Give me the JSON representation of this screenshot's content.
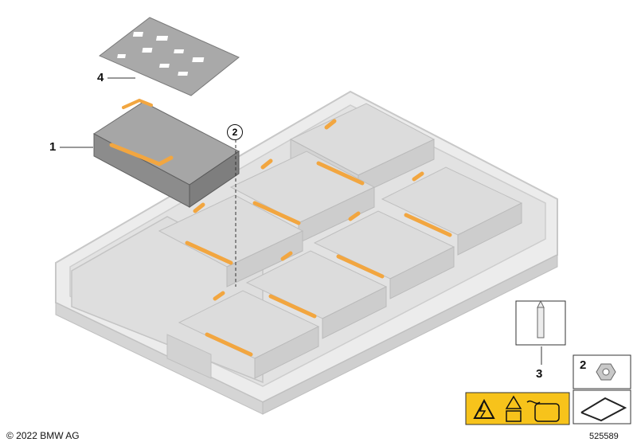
{
  "callouts": {
    "part1": "1",
    "part2": "2",
    "part3": "3",
    "part4": "4",
    "nut_box": "2"
  },
  "footer": {
    "copyright": "© 2022 BMW AG",
    "reference": "525589"
  },
  "colors": {
    "housing": "#e3e3e3",
    "module": "#d7d7d7",
    "cable": "#f2a640",
    "warning": "#f7c31b",
    "dark_module": "#7e7e7e"
  },
  "icons": {
    "warning": "high-voltage-warning-icon",
    "tool": "tool-icon",
    "nut": "nut-icon",
    "schematic": "schematic-icon"
  }
}
